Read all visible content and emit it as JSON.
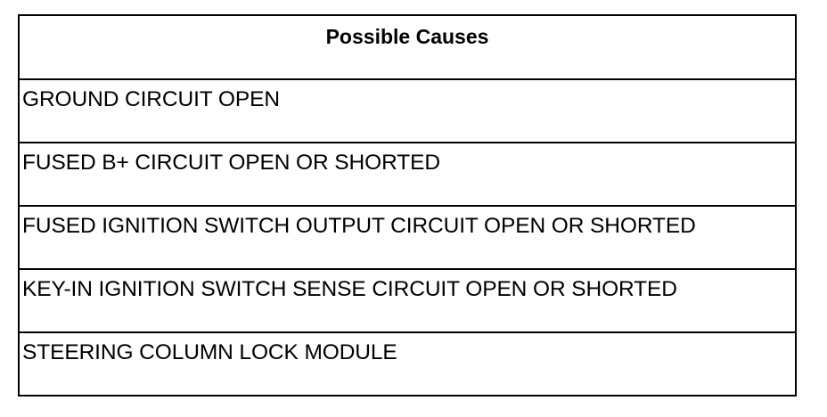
{
  "table": {
    "header": "Possible Causes",
    "rows": [
      "GROUND CIRCUIT OPEN",
      "FUSED B+ CIRCUIT OPEN OR SHORTED",
      "FUSED IGNITION SWITCH OUTPUT CIRCUIT OPEN OR SHORTED",
      "KEY-IN IGNITION SWITCH SENSE CIRCUIT OPEN OR SHORTED",
      "STEERING COLUMN LOCK MODULE"
    ]
  }
}
